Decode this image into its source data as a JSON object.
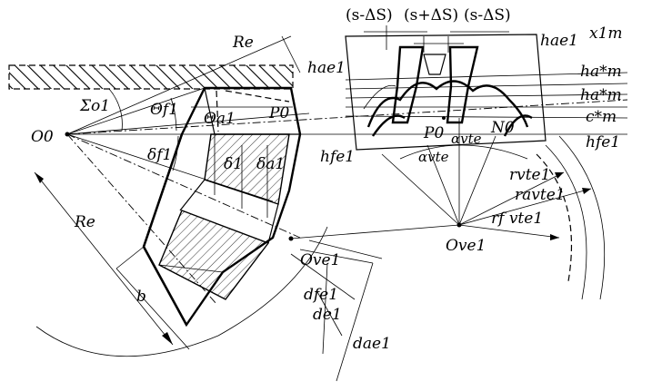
{
  "labels": {
    "Re_top": "Re",
    "Re_left": "Re",
    "Sigma_o1": "Σo1",
    "Theta_f1": "Θf1",
    "Theta_a1": "Θa1",
    "O0": "O0",
    "P0_left": "P0",
    "delta_f1": "δf1",
    "delta_1": "δ1",
    "delta_a1": "δa1",
    "b": "b",
    "O_ve1": "Ove1",
    "d_fe1": "dfe1",
    "d_e1": "de1",
    "d_ae1": "dae1",
    "h_ae1_left": "hae1",
    "h_fe1_left": "hfe1",
    "s_minus_1": "(s-ΔS)",
    "s_plus": "(s+ΔS)",
    "s_minus_2": "(s-ΔS)",
    "h_ae1_right": "hae1",
    "x1m": "x1m",
    "ha_m_1": "ha*m",
    "ha_m_2": "ha*m",
    "c_m": "c*m",
    "P0_right": "P0",
    "alpha_vte_1": "αvte",
    "N0": "N0",
    "alpha_vte_2": "αvte",
    "h_fe1_right": "hfe1",
    "r_vte1": "rvte1",
    "r_avte1": "ravte1",
    "r_f_vte1": "rf vte1",
    "O_ve1_right": "Ove1"
  }
}
